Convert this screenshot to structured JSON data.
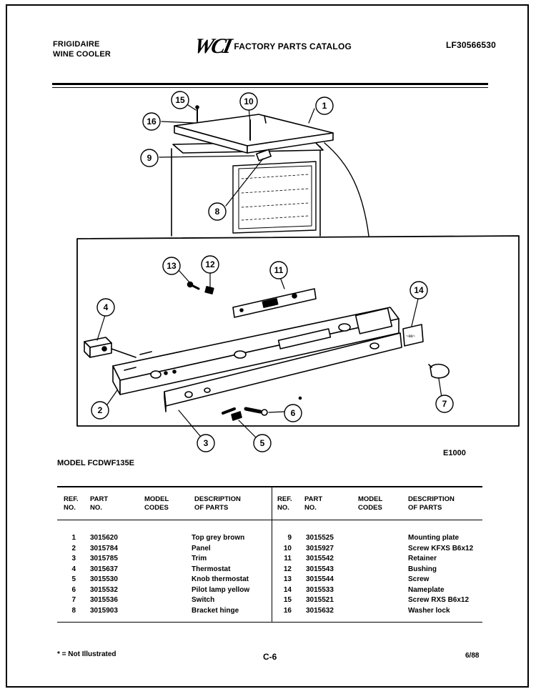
{
  "header": {
    "brand": "FRIGIDAIRE",
    "product": "WINE COOLER",
    "logo": "WCI",
    "title": "FACTORY PARTS CATALOG",
    "catalog_number": "LF30566530"
  },
  "diagram": {
    "callouts": [
      "15",
      "10",
      "1",
      "16",
      "9",
      "8",
      "13",
      "12",
      "11",
      "4",
      "14",
      "2",
      "7",
      "6",
      "3",
      "5"
    ],
    "drawing_code": "E1000",
    "nameplate_text": "~ɞɞ~"
  },
  "model": "MODEL FCDWF135E",
  "table": {
    "columns": {
      "ref": "REF.\nNO.",
      "part": "PART\nNO.",
      "model": "MODEL\nCODES",
      "desc": "DESCRIPTION\nOF PARTS"
    },
    "left_rows": [
      {
        "ref": "1",
        "part": "3015620",
        "model": "",
        "desc": "Top grey brown"
      },
      {
        "ref": "2",
        "part": "3015784",
        "model": "",
        "desc": "Panel"
      },
      {
        "ref": "3",
        "part": "3015785",
        "model": "",
        "desc": "Trim"
      },
      {
        "ref": "4",
        "part": "3015637",
        "model": "",
        "desc": "Thermostat"
      },
      {
        "ref": "5",
        "part": "3015530",
        "model": "",
        "desc": "Knob thermostat"
      },
      {
        "ref": "6",
        "part": "3015532",
        "model": "",
        "desc": "Pilot lamp yellow"
      },
      {
        "ref": "7",
        "part": "3015536",
        "model": "",
        "desc": "Switch"
      },
      {
        "ref": "8",
        "part": "3015903",
        "model": "",
        "desc": "Bracket hinge"
      }
    ],
    "right_rows": [
      {
        "ref": "9",
        "part": "3015525",
        "model": "",
        "desc": "Mounting plate"
      },
      {
        "ref": "10",
        "part": "3015927",
        "model": "",
        "desc": "Screw KFXS B6x12"
      },
      {
        "ref": "11",
        "part": "3015542",
        "model": "",
        "desc": "Retainer"
      },
      {
        "ref": "12",
        "part": "3015543",
        "model": "",
        "desc": "Bushing"
      },
      {
        "ref": "13",
        "part": "3015544",
        "model": "",
        "desc": "Screw"
      },
      {
        "ref": "14",
        "part": "3015533",
        "model": "",
        "desc": "Nameplate"
      },
      {
        "ref": "15",
        "part": "3015521",
        "model": "",
        "desc": "Screw RXS B6x12"
      },
      {
        "ref": "16",
        "part": "3015632",
        "model": "",
        "desc": "Washer lock"
      }
    ]
  },
  "footer": {
    "note": "* = Not Illustrated",
    "page": "C-6",
    "date": "6/88"
  }
}
